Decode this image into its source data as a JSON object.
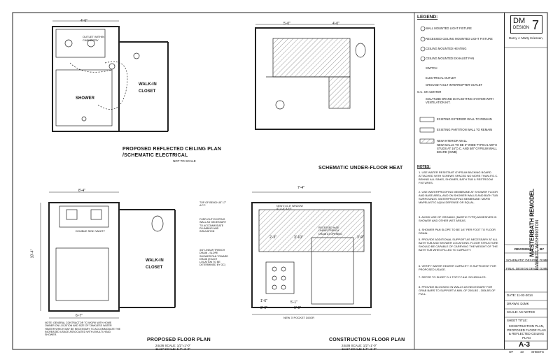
{
  "plans": {
    "rcp": {
      "title_line1": "PROPOSED REFLECTED CEILING PLAN",
      "title_line2": "/SCHEMATIC ELECTRICAL",
      "scale": "NOT TO SCALE",
      "dim_top": "4'-6\"",
      "labels": {
        "shower": "SHOWER",
        "walkin_1": "WALK-IN",
        "walkin_2": "CLOSET",
        "outlet": "OUTLET WITHIN CABINETRY"
      }
    },
    "heat": {
      "title": "SCHEMATIC UNDER-FLOOR HEAT",
      "dim_a": "5'-0\"",
      "dim_b": "4'-0\""
    },
    "floor": {
      "title": "PROPOSED FLOOR PLAN",
      "scale_1": "24x36 SCALE: 1/2\"=1'-0\"",
      "scale_2": "11x17 SCALE: 1/4\"=1'-0\"",
      "dim_top": "8'-4\"",
      "dim_bottom": "6'-7\"",
      "dim_left": "10'-4\"",
      "labels": {
        "vanity": "DOUBLE SINK VANITY",
        "walkin_1": "WALK-IN",
        "walkin_2": "CLOSET"
      },
      "note": "NOTE: GENERAL CONTRACTOR TO WORK WITH HOME OWNER ON LOCATION AND SIZE OF TANKLESS WATER HEATER WHICH MAY BE NECESSARY TO ACCOMMODATE THE INCREASED USAGE ASSOCIATED WITH A MULTI-HEAD SHOWER."
    },
    "construction": {
      "title": "CONSTRUCTION FLOOR PLAN",
      "scale_1": "24x36 SCALE: 1/2\"=1'-0\"",
      "scale_2": "11x17 SCALE: 1/4\"=1'-0\"",
      "dim_top": "7'-4\"",
      "dim_a": "2'-3\"",
      "dim_b": "3'-10\"",
      "dim_c": "3'-9\"",
      "dim_d": "5'-1\"",
      "dim_e": "6'-9\"",
      "dim_f": "1'-6\"",
      "dim_g": "3'-6\"",
      "labels": {
        "bench": "TOP OF BENCH AT 17\" A.F.F.",
        "furr": "FURR-OUT EXISTING WALL AS NECESSARY TO ACCOMMODATE PLUMBING AND INSULATION",
        "drain": "3/4\" LINEAR TRENCH DRAIN - SLOPE SHOWER PAN TOWARD DRAIN (EXACT LOCATION TO BE DETERMINED BY GC)",
        "window": "NEW 4'x4'-8\" WINDOW AT 4'-6\" A.F.F.",
        "niche": "RECESSED 9x36\" LINEAR TRENCH DRAIN AT OPENING",
        "door": "NEW 3' POCKET DOOR"
      }
    }
  },
  "legend": {
    "heading": "LEGEND:",
    "items": [
      "WALL MOUNTED LIGHT FIXTURE",
      "RECESSED CEILING MOUNTED LIGHT FIXTURE",
      "CEILING MOUNTED HEATING",
      "CEILING MOUNTED EXHAUST FAN",
      "SWITCH",
      "ELECTRICAL OUTLET",
      "GROUND FAULT INTERRUPTER OUTLET",
      "O.C. ON CENTER",
      "SOLATUBE BRAND DAYLIGHTING SYSTEM WITH VENTILATION KIT.",
      "EXISTING EXTERIOR WALL TO REMAIN",
      "EXISTING PARTITION WALL TO REMAIN",
      "NEW INTERIOR WALL",
      "NEW WALLS TO BE 3\" WIDE TYPICAL WITH STUDS AT 16\"O.C. AND 5/8\" GYPSUM WALL BOARD (GWB)"
    ],
    "notes_heading": "NOTES:",
    "notes": [
      "1. USE WATER RESISTANT GYPSUM BACKING BOARD ATTACHED WITH SCREWS SPACED NO MORE THAN 8\"O.C. BEHIND ALL SINKS, SHOWER, BATH TUB & RESTROOM FIXTURES.",
      "2. USE WATERPROOFING MEMBRANE AT SHOWER FLOOR AND BASE AREA, AND ON SHOWER WALLS AND BATH TUB SURROUNDS. WATERPROOFING MEMBRANE: MAPEI MAPELASTIC AQUA DEFENSE OR EQUAL.",
      "3. AVOID USE OF ORGANIC (MASTIC TYPE) ADHESIVES IN SHOWER AND OTHER WET AREAS.",
      "4. SHOWER PAN SLOPE TO BE 1/4\" PER FOOT TO FLOOR DRAIN.",
      "5. PROVIDE ADDITIONAL SUPPORT AS NECESSARY AT ALL BATH TUB AND SHOWER LOCATIONS. FLOOR STRUCTURE SHOULD BE CAPABLE OF CARRYING THE WEIGHT OF THE BATH TUB WHEN FILLED TO CAPACITY.",
      "6. VERIFY WATER HEATER CAPACITY IS SUFFICIENT FOR PROPOSED USAGE.",
      "7. REFER TO SHEET D-1 TOP F.F.&M. SCHEDULES.",
      "8. PROVIDE BLOCKING IN WALLS AS NECESSARY FOR GRAB BARS TO SUPPORT A MIN. OF 200LBS - 300LBS OF PULL."
    ]
  },
  "title_block": {
    "logo_dm": "DM",
    "logo_design": "DESIGN",
    "logo_seven": "7",
    "designer": "Darcy J. Marty Kriessen,",
    "project": "MASTERBATH REMODEL",
    "location": "EVERETT, WASHINGTON",
    "revisions_label": "REVISIONS",
    "by_label": "BY",
    "revisions": [
      {
        "name": "SCHEMATIC DESIGN",
        "by": "DJMK"
      },
      {
        "name": "FINAL DESIGN DEV.",
        "by": "DJMK"
      }
    ],
    "date": "DATE: 11-02-2014",
    "drawn": "DRAWN: DJMK",
    "scale": "SCALE: AS NOTED",
    "sheet_title_label": "SHEET TITLE:",
    "sheet_title": "CONSTRUCTION PLAN, PROPOSED FLOOR PLAN & REFLECTED CEILING PLAN",
    "sheet_no": "A-3",
    "of_label": "OF",
    "sheets_count": "10",
    "sheets_label": "SHEETS"
  }
}
